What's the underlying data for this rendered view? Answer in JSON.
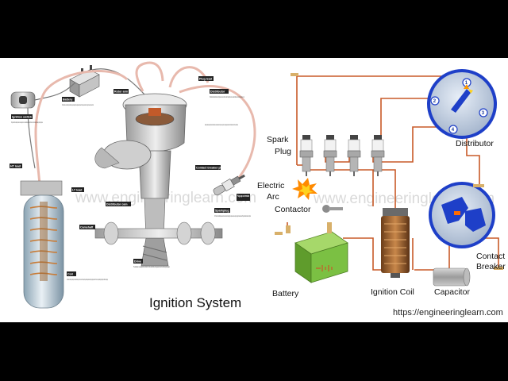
{
  "left_panel": {
    "title": "Ignition System",
    "watermark": "www.engineeringlearn.com",
    "tags": {
      "ignition_switch": "Ignition switch",
      "battery": "Battery",
      "ht_lead": "HT lead",
      "lt_lead": "LT lead",
      "rotor_arm": "Rotor arm",
      "plug_lead": "Plug lead",
      "distributor": "Distributor",
      "contact_breaker": "Contact breaker points",
      "distributor_cam": "Distributor cam",
      "plug_cap": "Plug cap on terminal",
      "sparkplug": "Sparkplug",
      "camshaft": "Camshaft",
      "drive": "Drive",
      "coil": "Coil"
    },
    "descriptions": {
      "ignition_switch": "The ignition switch is usually mounted on the steering column on the dashboard, and controls the flow of current between the battery and ignition system.",
      "battery": "The battery is the source of electric power when the engine is stationary. It also supplements the power from the generator when it is running but used to produce 12 volts.",
      "distributor": "The distributor directs the flow of high-tension current from the coil through the rotor arm, and distributes it to each sparkplug in turn.",
      "condenser": "A device (called a condenser), fitted on the distributor, ensures that when the points are open there is no sparking across them which would tend to burn the contact faces.",
      "sparkplug": "The HT current from the distributor passes down the central core of the sparkplug, then produces a spark as it jumps the gap to the side electrode. This ignites the fuel/air mixture in the cylinder.",
      "drive": "The distributor is usually driven direct from the camshaft, and is geared to turn at half engine speed.",
      "coil": "The coil consists of a metal casing containing two sets of insulated wire windings on a soft-iron centre core. The collapse of the magnetic fields generated around the primary windings produces the HT current in the secondary winding which goes through the distributor to the sparkplugs."
    }
  },
  "right_panel": {
    "watermark": "www.engineeringlearn.com",
    "url": "https://engineeringlearn.com",
    "labels": {
      "spark_plug_line1": "Spark",
      "spark_plug_line2": "Plug",
      "distributor": "Distributor",
      "electric_arc_line1": "Electric",
      "electric_arc_line2": "Arc",
      "contactor": "Contactor",
      "battery": "Battery",
      "ignition_coil": "Ignition Coil",
      "capacitor": "Capacitor",
      "contact_breaker_line1": "Contact",
      "contact_breaker_line2": "Breaker"
    },
    "distributor_numbers": [
      "1",
      "2",
      "3",
      "4"
    ]
  },
  "colors": {
    "background": "#000000",
    "panel": "#ffffff",
    "wire": "#c85a28",
    "distributor_blue": "#1e3fc8",
    "battery_green": "#7bc043",
    "spark_yellow": "#ffd21e"
  }
}
